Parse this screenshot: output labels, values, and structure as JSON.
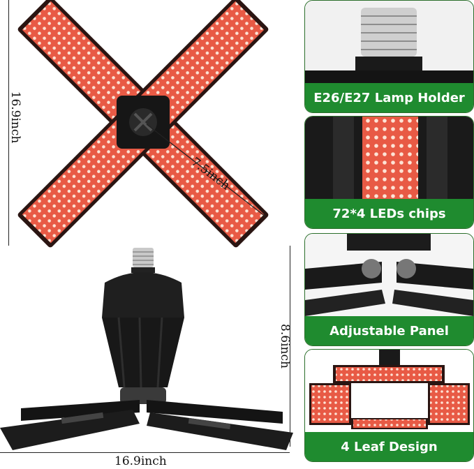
{
  "dimensions": {
    "panel_height": "16.9inch",
    "panel_length": "7.5inch",
    "stand_height": "8.6inch",
    "stand_width": "16.9inch"
  },
  "features": [
    {
      "label": "E26/E27 Lamp Holder",
      "icon": "lamp-base-photo"
    },
    {
      "label": "72*4 LEDs chips",
      "icon": "led-panel-photo"
    },
    {
      "label": "Adjustable Panel",
      "icon": "hinge-photo"
    },
    {
      "label": "4 Leaf Design",
      "icon": "four-leaf-photo"
    }
  ],
  "colors": {
    "label_green": "#1f8b2f",
    "led_red": "#e4553f",
    "body_black": "#1a1a1a"
  }
}
